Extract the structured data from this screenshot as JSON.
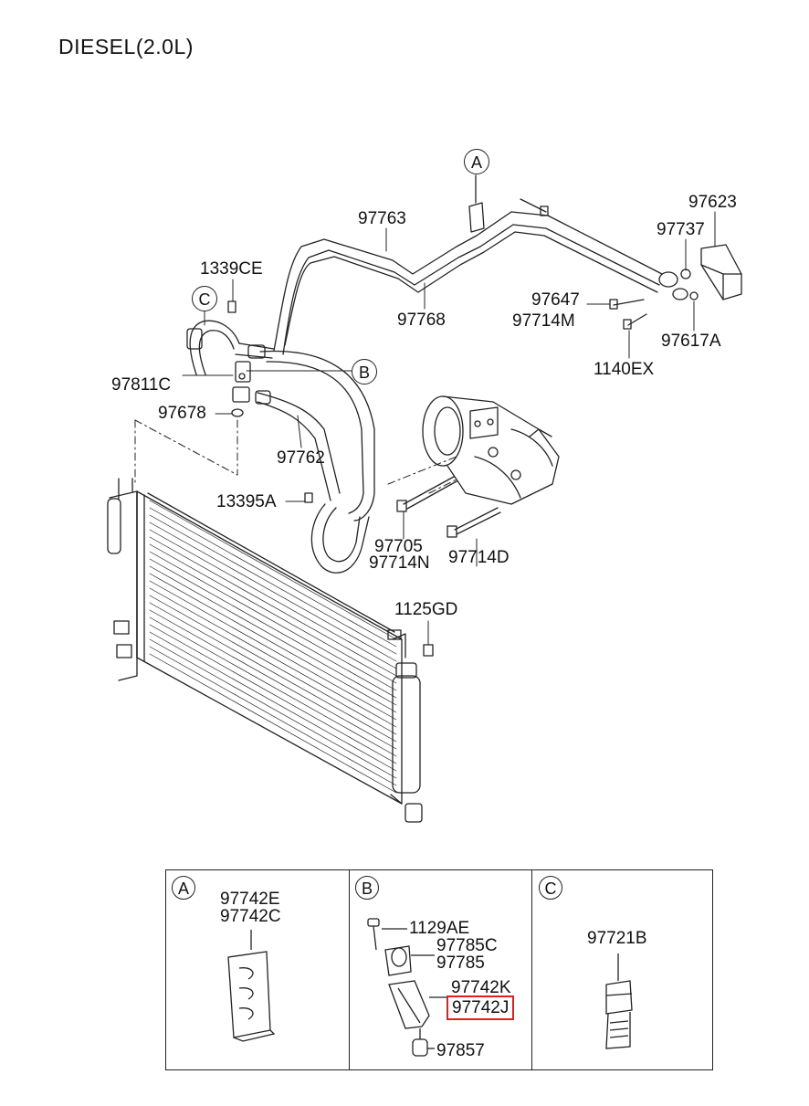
{
  "title": "DIESEL(2.0L)",
  "callouts": {
    "a": "A",
    "b": "B",
    "c": "C"
  },
  "parts": {
    "p97763": "97763",
    "p97623": "97623",
    "p97737": "97737",
    "p1339CE": "1339CE",
    "p97647": "97647",
    "p97714M": "97714M",
    "p97768": "97768",
    "p97617A": "97617A",
    "p1140EX": "1140EX",
    "p97811C": "97811C",
    "p97678": "97678",
    "p97762": "97762",
    "p13395A": "13395A",
    "p97705": "97705",
    "p97714N": "97714N",
    "p97714D": "97714D",
    "p1125GD": "1125GD"
  },
  "detail_a": {
    "letter": "A",
    "parts": [
      "97742E",
      "97742C"
    ]
  },
  "detail_b": {
    "letter": "B",
    "parts": [
      "1129AE",
      "97785C",
      "97785",
      "97742K",
      "97742J",
      "97857"
    ],
    "highlighted": "97742J",
    "highlight_color": "#e02020"
  },
  "detail_c": {
    "letter": "C",
    "parts": [
      "97721B"
    ]
  }
}
